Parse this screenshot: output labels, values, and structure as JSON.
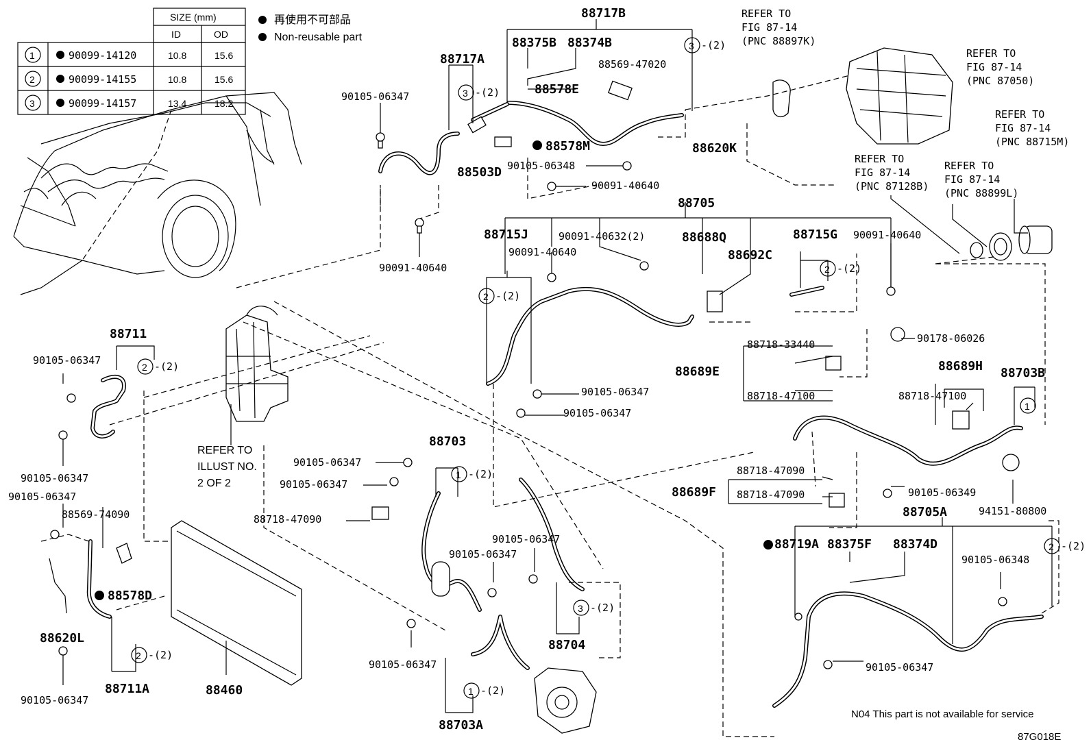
{
  "legend": {
    "dot_label_jp": "再使用不可部品",
    "dot_label_en": "Non-reusable part"
  },
  "size_table": {
    "size_header": "SIZE (mm)",
    "col_id": "ID",
    "col_od": "OD",
    "rows": [
      {
        "no": "1",
        "part": "90099-14120",
        "id": "10.8",
        "od": "15.6"
      },
      {
        "no": "2",
        "part": "90099-14155",
        "id": "10.8",
        "od": "15.6"
      },
      {
        "no": "3",
        "part": "90099-14157",
        "id": "13.4",
        "od": "18.2"
      }
    ]
  },
  "refs": {
    "r88897k": [
      "REFER TO",
      "FIG 87-14",
      "(PNC 88897K)"
    ],
    "r87050": [
      "REFER TO",
      "FIG 87-14",
      "(PNC 87050)"
    ],
    "r88715m": [
      "REFER TO",
      "FIG 87-14",
      "(PNC 88715M)"
    ],
    "r87128b": [
      "REFER TO",
      "FIG 87-14",
      "(PNC 87128B)"
    ],
    "r88899l": [
      "REFER TO",
      "FIG 87-14",
      "(PNC 88899L)"
    ],
    "illust": [
      "REFER TO",
      "ILLUST NO.",
      "2 OF 2"
    ]
  },
  "parts": {
    "p88717B": "88717B",
    "p88375B": "88375B",
    "p88374B": "88374B",
    "p88569_47020": "88569-47020",
    "p88578E": "88578E",
    "p88717A": "88717A",
    "p88578M": "88578M",
    "p88503D": "88503D",
    "p88620K": "88620K",
    "p88705": "88705",
    "p88715J": "88715J",
    "p88688Q": "88688Q",
    "p88692C": "88692C",
    "p88715G": "88715G",
    "p88711": "88711",
    "p88689E": "88689E",
    "p88718_33440": "88718-33440",
    "p88718_47100a": "88718-47100",
    "p90178_06026": "90178-06026",
    "p88689H": "88689H",
    "p88718_47100b": "88718-47100",
    "p88703B": "88703B",
    "p88703": "88703",
    "p88718_47090a": "88718-47090",
    "p88718_47090b": "88718-47090",
    "p88718_47090c": "88718-47090",
    "p88689F": "88689F",
    "p90105_06349": "90105-06349",
    "p94151_80800": "94151-80800",
    "p88705A": "88705A",
    "p88719A": "88719A",
    "p88375F": "88375F",
    "p88374D": "88374D",
    "p88569_74090": "88569-74090",
    "p88578D": "88578D",
    "p88620L": "88620L",
    "p88711A": "88711A",
    "p88460": "88460",
    "p88704": "88704",
    "p88703A": "88703A",
    "b90105_06347": "90105-06347",
    "b90105_06348": "90105-06348",
    "b90091_40640": "90091-40640",
    "b90091_40632": "90091-40632(2)"
  },
  "qty2": "-(2)",
  "note": "N04 This part is not available for service",
  "figure_code": "87G018E"
}
